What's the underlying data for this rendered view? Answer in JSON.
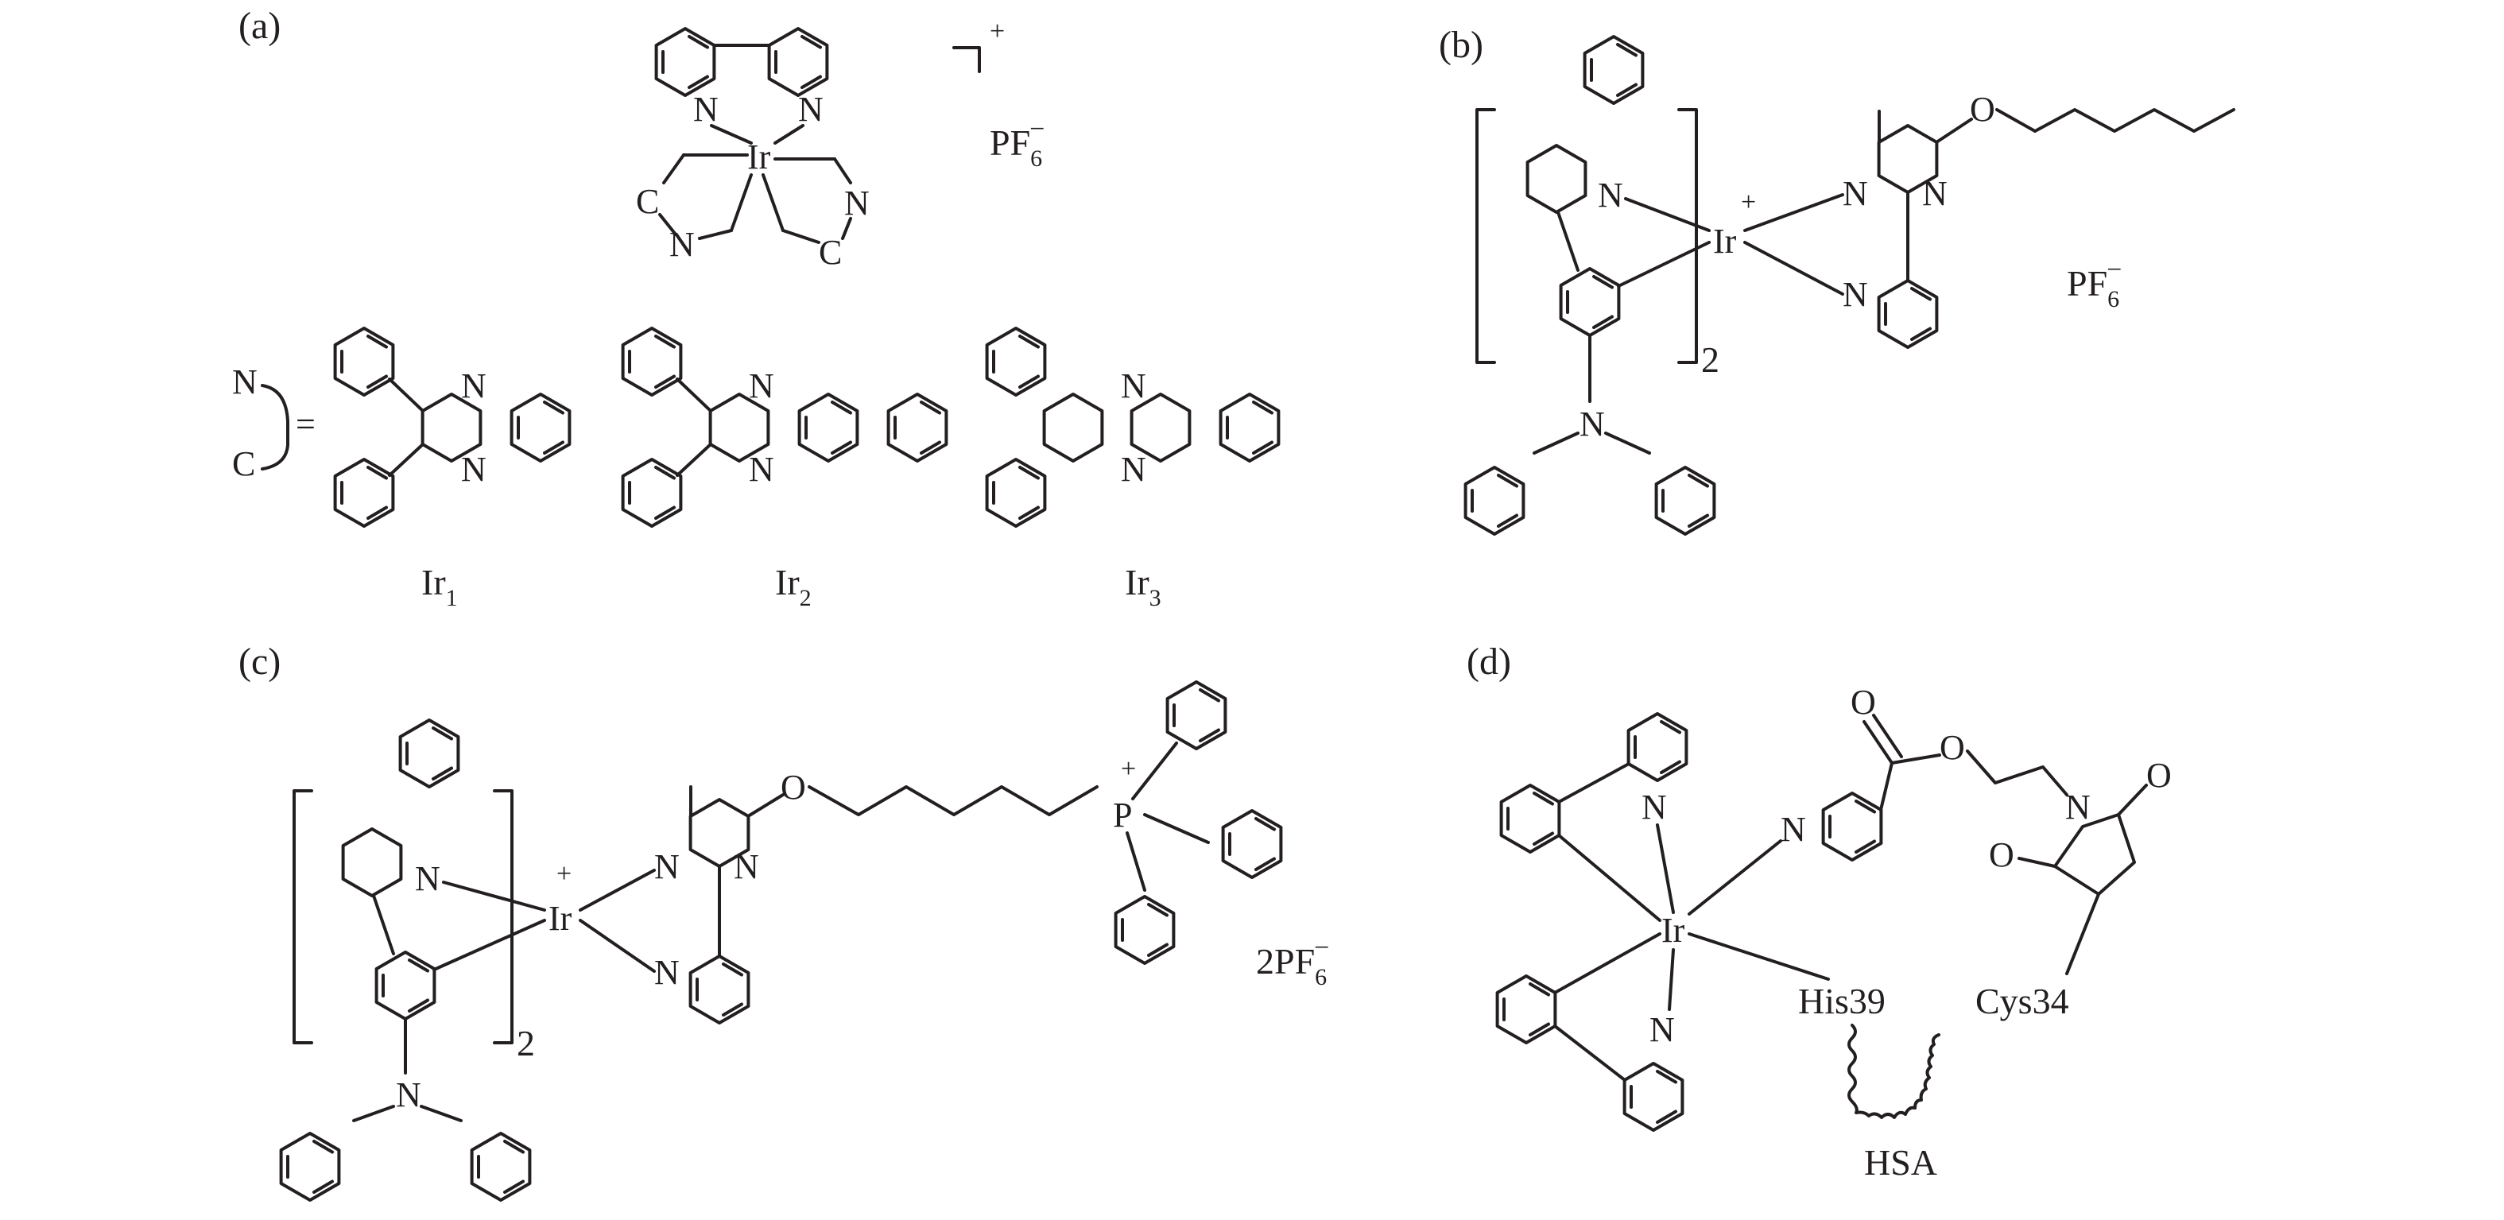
{
  "panels": {
    "a": {
      "label": "(a)",
      "charge": "+",
      "counterion": {
        "base": "PF",
        "sub": "6",
        "sup": "−"
      },
      "ligand_atoms": {
        "n": "N",
        "c": "C",
        "ir": "Ir",
        "equals": "="
      },
      "complexes": [
        {
          "base": "Ir",
          "sub": "1"
        },
        {
          "base": "Ir",
          "sub": "2"
        },
        {
          "base": "Ir",
          "sub": "3"
        }
      ]
    },
    "b": {
      "label": "(b)",
      "charge": "+",
      "multiplier": "2",
      "atoms": {
        "ir": "Ir",
        "n": "N",
        "o": "O"
      },
      "counterion": {
        "base": "PF",
        "sub": "6",
        "sup": "−"
      }
    },
    "c": {
      "label": "(c)",
      "charge": "+",
      "multiplier": "2",
      "atoms": {
        "ir": "Ir",
        "n": "N",
        "o": "O",
        "p": "P",
        "p_charge": "+"
      },
      "counterion": {
        "base": "2PF",
        "sub": "6",
        "sup": "−"
      }
    },
    "d": {
      "label": "(d)",
      "atoms": {
        "ir": "Ir",
        "n": "N",
        "o": "O"
      },
      "residues": {
        "his": "His39",
        "cys": "Cys34"
      },
      "protein": "HSA"
    }
  }
}
